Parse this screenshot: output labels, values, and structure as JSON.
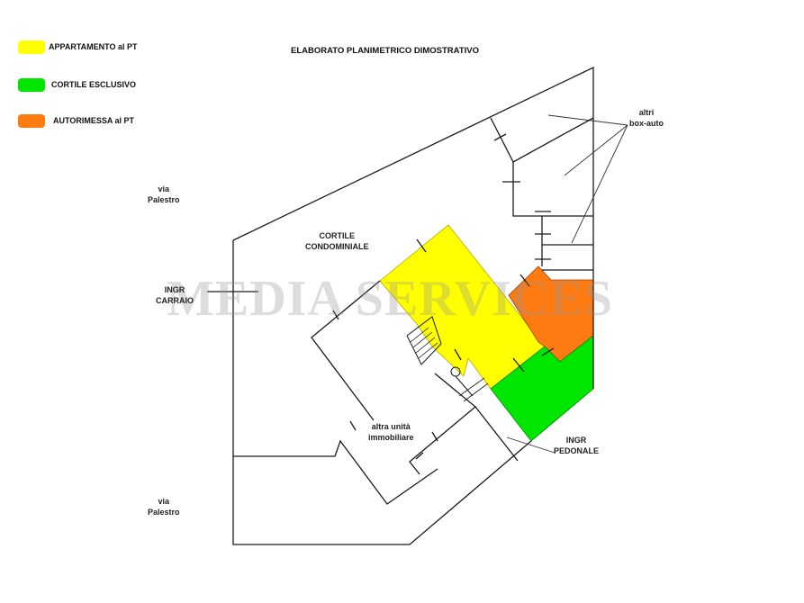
{
  "title": "ELABORATO PLANIMETRICO DIMOSTRATIVO",
  "legend": [
    {
      "label": "APPARTAMENTO al PT",
      "color": "#ffff00"
    },
    {
      "label": "CORTILE ESCLUSIVO",
      "color": "#00e600"
    },
    {
      "label": "AUTORIMESSA al PT",
      "color": "#ff7a10"
    }
  ],
  "labels": {
    "street_top": "via\nPalestro",
    "street_bottom": "via\nPalestro",
    "cortile_condominiale": "CORTILE\nCONDOMINIALE",
    "ingr_carraio": "INGR\nCARRAIO",
    "altri_box": "altri\nbox-auto",
    "altra_unita": "altra unità\nimmobiliare",
    "ingr_pedonale": "INGR\nPEDONALE"
  },
  "watermark": "MEDIA SERVICES",
  "colors": {
    "line": "#1a1a1a",
    "apartment": "#ffff00",
    "garden": "#00e600",
    "garage": "#ff7a10"
  }
}
